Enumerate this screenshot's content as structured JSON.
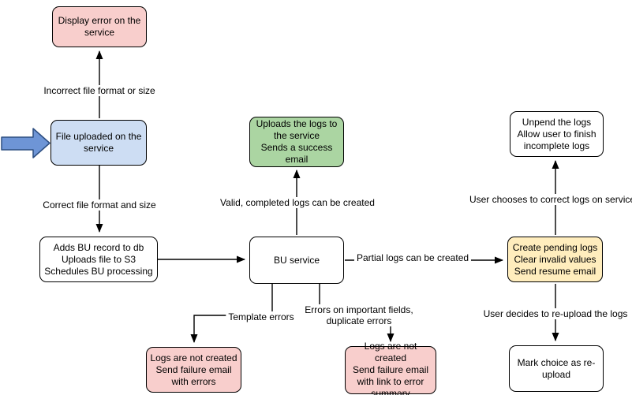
{
  "diagram": {
    "type": "flowchart",
    "background": "#ffffff",
    "nodes": [
      {
        "id": "display-error",
        "label": "Display error on the\nservice",
        "fill": "#f8cecc"
      },
      {
        "id": "file-uploaded",
        "label": "File uploaded on the\nservice",
        "fill": "#cdddf3"
      },
      {
        "id": "adds-bu-record",
        "label": "Adds BU record to db\nUploads file to S3\nSchedules BU processing",
        "fill": "#ffffff"
      },
      {
        "id": "uploads-logs-success",
        "label": "Uploads the logs to\nthe service\nSends a success\nemail",
        "fill": "#abd5a2"
      },
      {
        "id": "bu-service",
        "label": "BU service",
        "fill": "#ffffff"
      },
      {
        "id": "unpend-logs",
        "label": "Unpend the logs\nAllow user to finish\nincomplete logs",
        "fill": "#ffffff"
      },
      {
        "id": "create-pending-logs",
        "label": "Create pending logs\nClear invalid values\nSend resume email",
        "fill": "#ffedbd"
      },
      {
        "id": "mark-choice-reupload",
        "label": "Mark choice as re-\nupload",
        "fill": "#ffffff"
      },
      {
        "id": "logs-not-created-errors",
        "label": "Logs are not created\nSend failure email\nwith errors",
        "fill": "#f8cecc"
      },
      {
        "id": "logs-not-created-summary",
        "label": "Logs are not created\nSend failure email\nwith link to error\nsummary",
        "fill": "#f8cecc"
      }
    ],
    "edges": [
      {
        "from": "file-uploaded",
        "to": "display-error",
        "label": "Incorrect file format or size"
      },
      {
        "from": "file-uploaded",
        "to": "adds-bu-record",
        "label": "Correct file format and size"
      },
      {
        "from": "adds-bu-record",
        "to": "bu-service",
        "label": ""
      },
      {
        "from": "bu-service",
        "to": "uploads-logs-success",
        "label": "Valid, completed logs can be created"
      },
      {
        "from": "bu-service",
        "to": "create-pending-logs",
        "label": "Partial logs can be created"
      },
      {
        "from": "create-pending-logs",
        "to": "unpend-logs",
        "label": "User chooses to correct logs on service"
      },
      {
        "from": "create-pending-logs",
        "to": "mark-choice-reupload",
        "label": "User decides to re-upload the logs"
      },
      {
        "from": "bu-service",
        "to": "logs-not-created-errors",
        "label": "Template errors"
      },
      {
        "from": "bu-service",
        "to": "logs-not-created-summary",
        "label": "Errors on important fields,\nduplicate errors"
      }
    ],
    "entry_arrow": {
      "points_to": "file-uploaded",
      "fill": "#6e95d6",
      "border": "#2d4e81"
    },
    "colors": {
      "node_pink": "#f8cecc",
      "node_blue": "#cdddf3",
      "node_green": "#abd5a2",
      "node_yellow": "#ffedbd",
      "node_white": "#ffffff",
      "stroke": "#000000"
    }
  }
}
